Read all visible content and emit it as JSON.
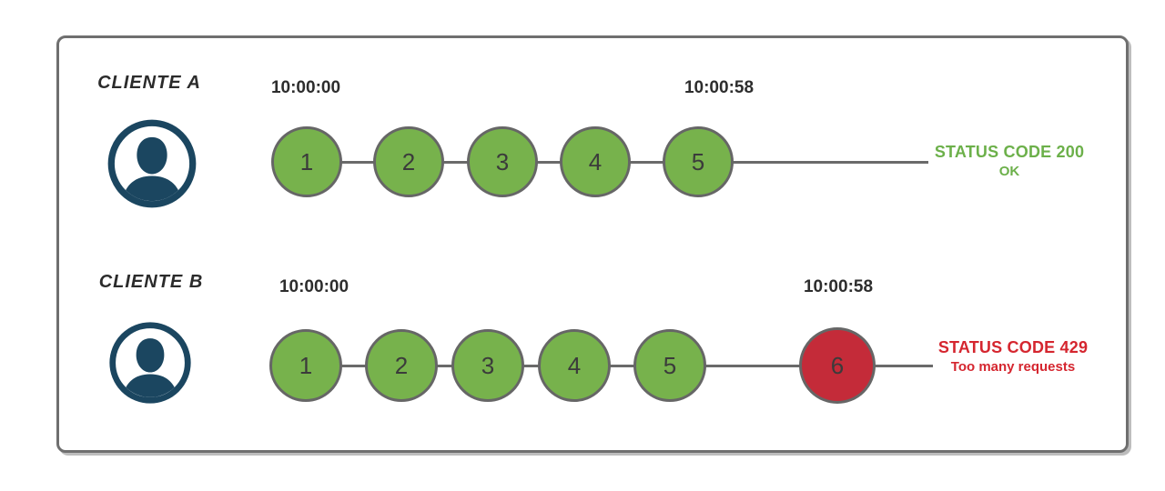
{
  "diagram": {
    "rows": [
      {
        "client_label": "CLIENTE A",
        "start_time": "10:00:00",
        "end_time": "10:00:58",
        "requests": [
          "1",
          "2",
          "3",
          "4",
          "5"
        ],
        "blocked_index": -1,
        "status_code_line": "STATUS CODE 200",
        "status_detail_line": "OK"
      },
      {
        "client_label": "CLIENTE B",
        "start_time": "10:00:00",
        "end_time": "10:00:58",
        "requests": [
          "1",
          "2",
          "3",
          "4",
          "5",
          "6"
        ],
        "blocked_index": 5,
        "status_code_line": "STATUS CODE 429",
        "status_detail_line": "Too many requests"
      }
    ],
    "colors": {
      "request_ok": "#77b24c",
      "request_blocked": "#c42b39",
      "status_ok_text": "#6cb04a",
      "status_blocked_text": "#d5262f",
      "connector": "#6a6a6a",
      "circle_border": "#666666",
      "frame_border": "#6f6f6f",
      "avatar": "#1b4660"
    }
  }
}
